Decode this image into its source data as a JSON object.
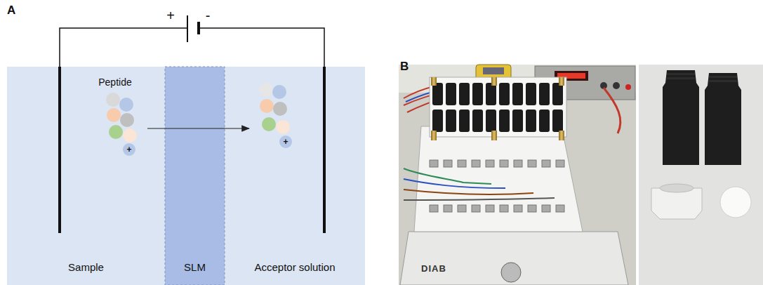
{
  "diagram": {
    "nodes": [
      {
        "text": [
          "Sample"
        ]
      },
      {
        "text": [
          "SLM"
        ]
      },
      {
        "text": [
          "Acceptor solution"
        ]
      }
    ],
    "labels": [
      "A",
      "+",
      "-",
      "Peptide",
      "+",
      "+",
      "B",
      "DIAB"
    ]
  }
}
